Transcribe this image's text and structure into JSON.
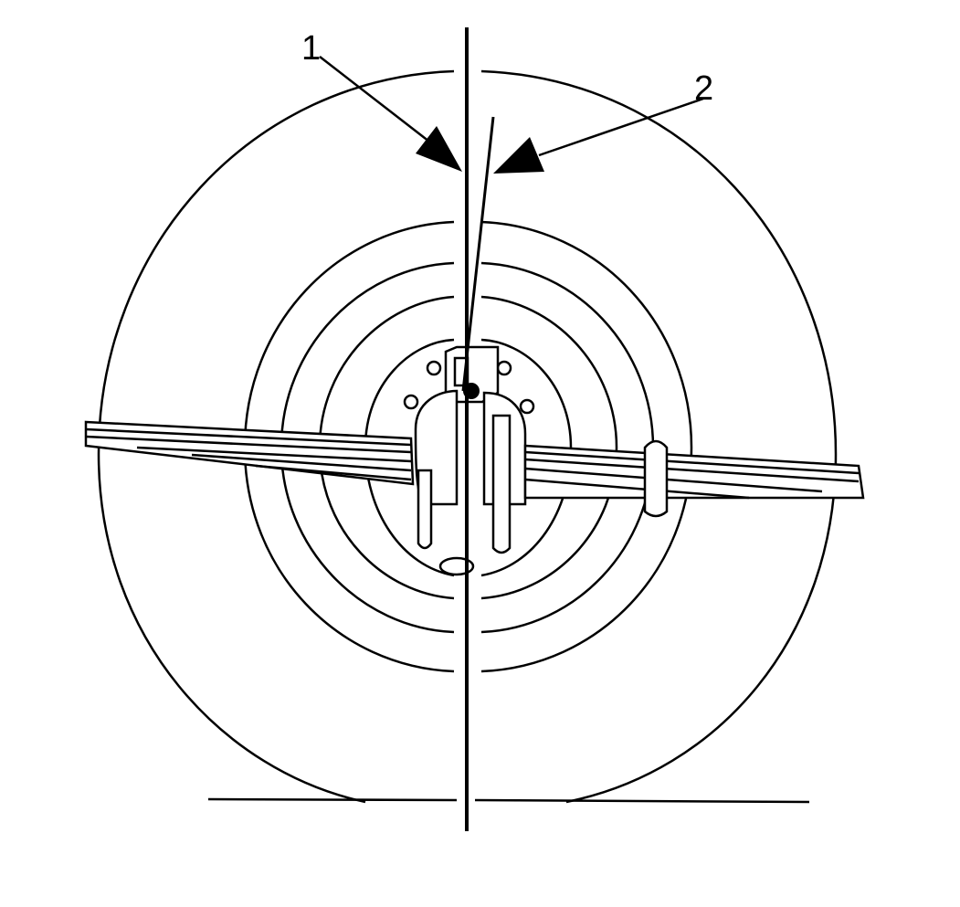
{
  "diagram": {
    "callouts": [
      {
        "id": "1",
        "text": "1"
      },
      {
        "id": "2",
        "text": "2"
      }
    ]
  },
  "colors": {
    "ink": "#000000",
    "paper": "#ffffff"
  }
}
